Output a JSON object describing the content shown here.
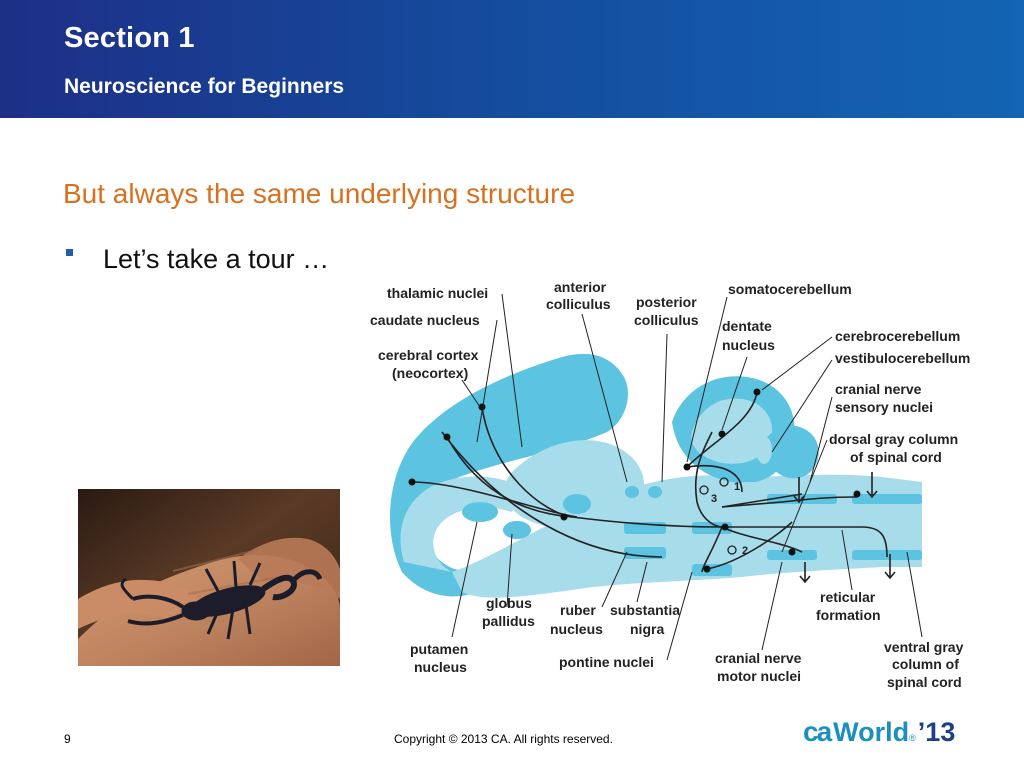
{
  "header": {
    "title": "Section 1",
    "subtitle": "Neuroscience for Beginners"
  },
  "slide": {
    "heading": "But always the same underlying structure",
    "bullet": "Let’s take a tour …"
  },
  "diagram_labels": {
    "thalamic_nuclei": "thalamic nuclei",
    "caudate_nucleus": "caudate nucleus",
    "cerebral_cortex_1": "cerebral cortex",
    "cerebral_cortex_2": "(neocortex)",
    "anterior_colliculus_1": "anterior",
    "anterior_colliculus_2": "colliculus",
    "posterior_colliculus_1": "posterior",
    "posterior_colliculus_2": "colliculus",
    "somatocerebellum": "somatocerebellum",
    "dentate_nucleus_1": "dentate",
    "dentate_nucleus_2": "nucleus",
    "cerebrocerebellum": "cerebrocerebellum",
    "vestibulocerebellum": "vestibulocerebellum",
    "cranial_sensory_1": "cranial nerve",
    "cranial_sensory_2": "sensory nuclei",
    "dorsal_gray_1": "dorsal gray column",
    "dorsal_gray_2": "of spinal cord",
    "globus_pallidus_1": "globus",
    "globus_pallidus_2": "pallidus",
    "ruber_nucleus_1": "ruber",
    "ruber_nucleus_2": "nucleus",
    "substantia_nigra_1": "substantia",
    "substantia_nigra_2": "nigra",
    "putamen_1": "putamen",
    "putamen_2": "nucleus",
    "pontine_nuclei": "pontine nuclei",
    "cranial_motor_1": "cranial nerve",
    "cranial_motor_2": "motor nuclei",
    "reticular_1": "reticular",
    "reticular_2": "formation",
    "ventral_gray_1": "ventral gray",
    "ventral_gray_2": "column of",
    "ventral_gray_3": "spinal cord",
    "num_1": "1",
    "num_2": "2",
    "num_3": "3"
  },
  "footer": {
    "page_number": "9",
    "copyright": "Copyright © 2013 CA. All rights reserved."
  },
  "logo": {
    "ca": "ca",
    "world": "World",
    "reg": "®",
    "year": "’13"
  },
  "colors": {
    "header_blue": "#1b4596",
    "heading_orange": "#d8701e",
    "brain_light": "#a7dceb",
    "brain_mid": "#5cc3e1"
  },
  "icons": {
    "bullet": "square-bullet-icon",
    "photo": "scorpion-on-hand-photo"
  }
}
